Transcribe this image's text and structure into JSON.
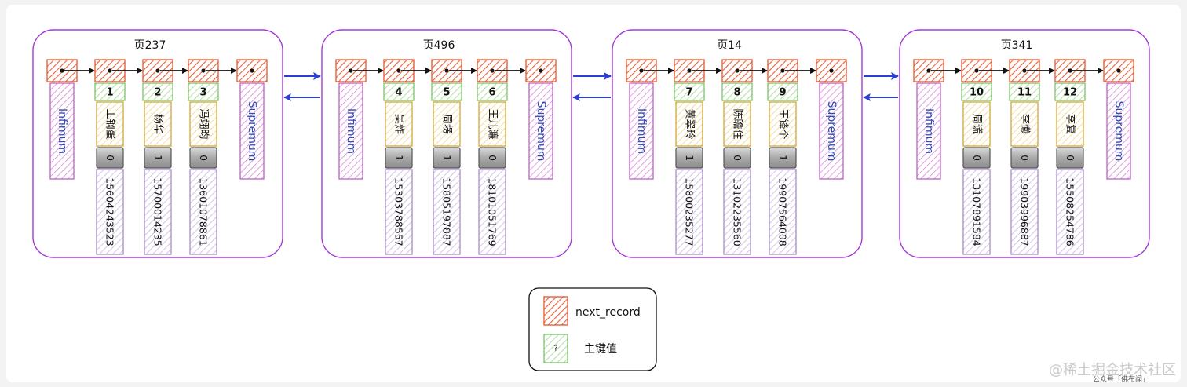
{
  "colors": {
    "next_record": "#e8623c",
    "pk": "#7cc36b",
    "infimum": "#c060c8",
    "name": "#d4a838",
    "flag": "#555555",
    "phone": "#a98bc7",
    "page_border": "#a63ad9",
    "arrow": "#2a3fd6"
  },
  "pages": [
    {
      "title": "页237",
      "infimum": "Infimum",
      "supremum": "Supremum",
      "records": [
        {
          "id": "1",
          "name": "王钢蛋",
          "flag": "0",
          "phone": "15604243523"
        },
        {
          "id": "2",
          "name": "杨华",
          "flag": "1",
          "phone": "15700014235"
        },
        {
          "id": "3",
          "name": "冯翊昀",
          "flag": "0",
          "phone": "13601078861"
        }
      ]
    },
    {
      "title": "页496",
      "infimum": "Infimum",
      "supremum": "Supremum",
      "records": [
        {
          "id": "4",
          "name": "吴炸",
          "flag": "1",
          "phone": "15303788557"
        },
        {
          "id": "5",
          "name": "周塄",
          "flag": "1",
          "phone": "15805197887"
        },
        {
          "id": "6",
          "name": "王儿濂",
          "flag": "0",
          "phone": "18101051769"
        }
      ]
    },
    {
      "title": "页14",
      "infimum": "Infimum",
      "supremum": "Supremum",
      "records": [
        {
          "id": "7",
          "name": "黄翠玲",
          "flag": "1",
          "phone": "15800235277"
        },
        {
          "id": "8",
          "name": "陈瞻住",
          "flag": "0",
          "phone": "13102235560"
        },
        {
          "id": "9",
          "name": "王锋个",
          "flag": "1",
          "phone": "19907564008"
        }
      ]
    },
    {
      "title": "页341",
      "infimum": "Infimum",
      "supremum": "Supremum",
      "records": [
        {
          "id": "10",
          "name": "周谎",
          "flag": "0",
          "phone": "13107891584"
        },
        {
          "id": "11",
          "name": "李懒",
          "flag": "0",
          "phone": "19903996887"
        },
        {
          "id": "12",
          "name": "李复",
          "flag": "0",
          "phone": "15508254786"
        }
      ]
    }
  ],
  "legend": {
    "next_record_label": "next_record",
    "pk_label": "主键值",
    "pk_symbol": "?"
  },
  "watermark": {
    "main": "@稀土掘金技术社区",
    "sub": "公众号「佛布闻」"
  }
}
